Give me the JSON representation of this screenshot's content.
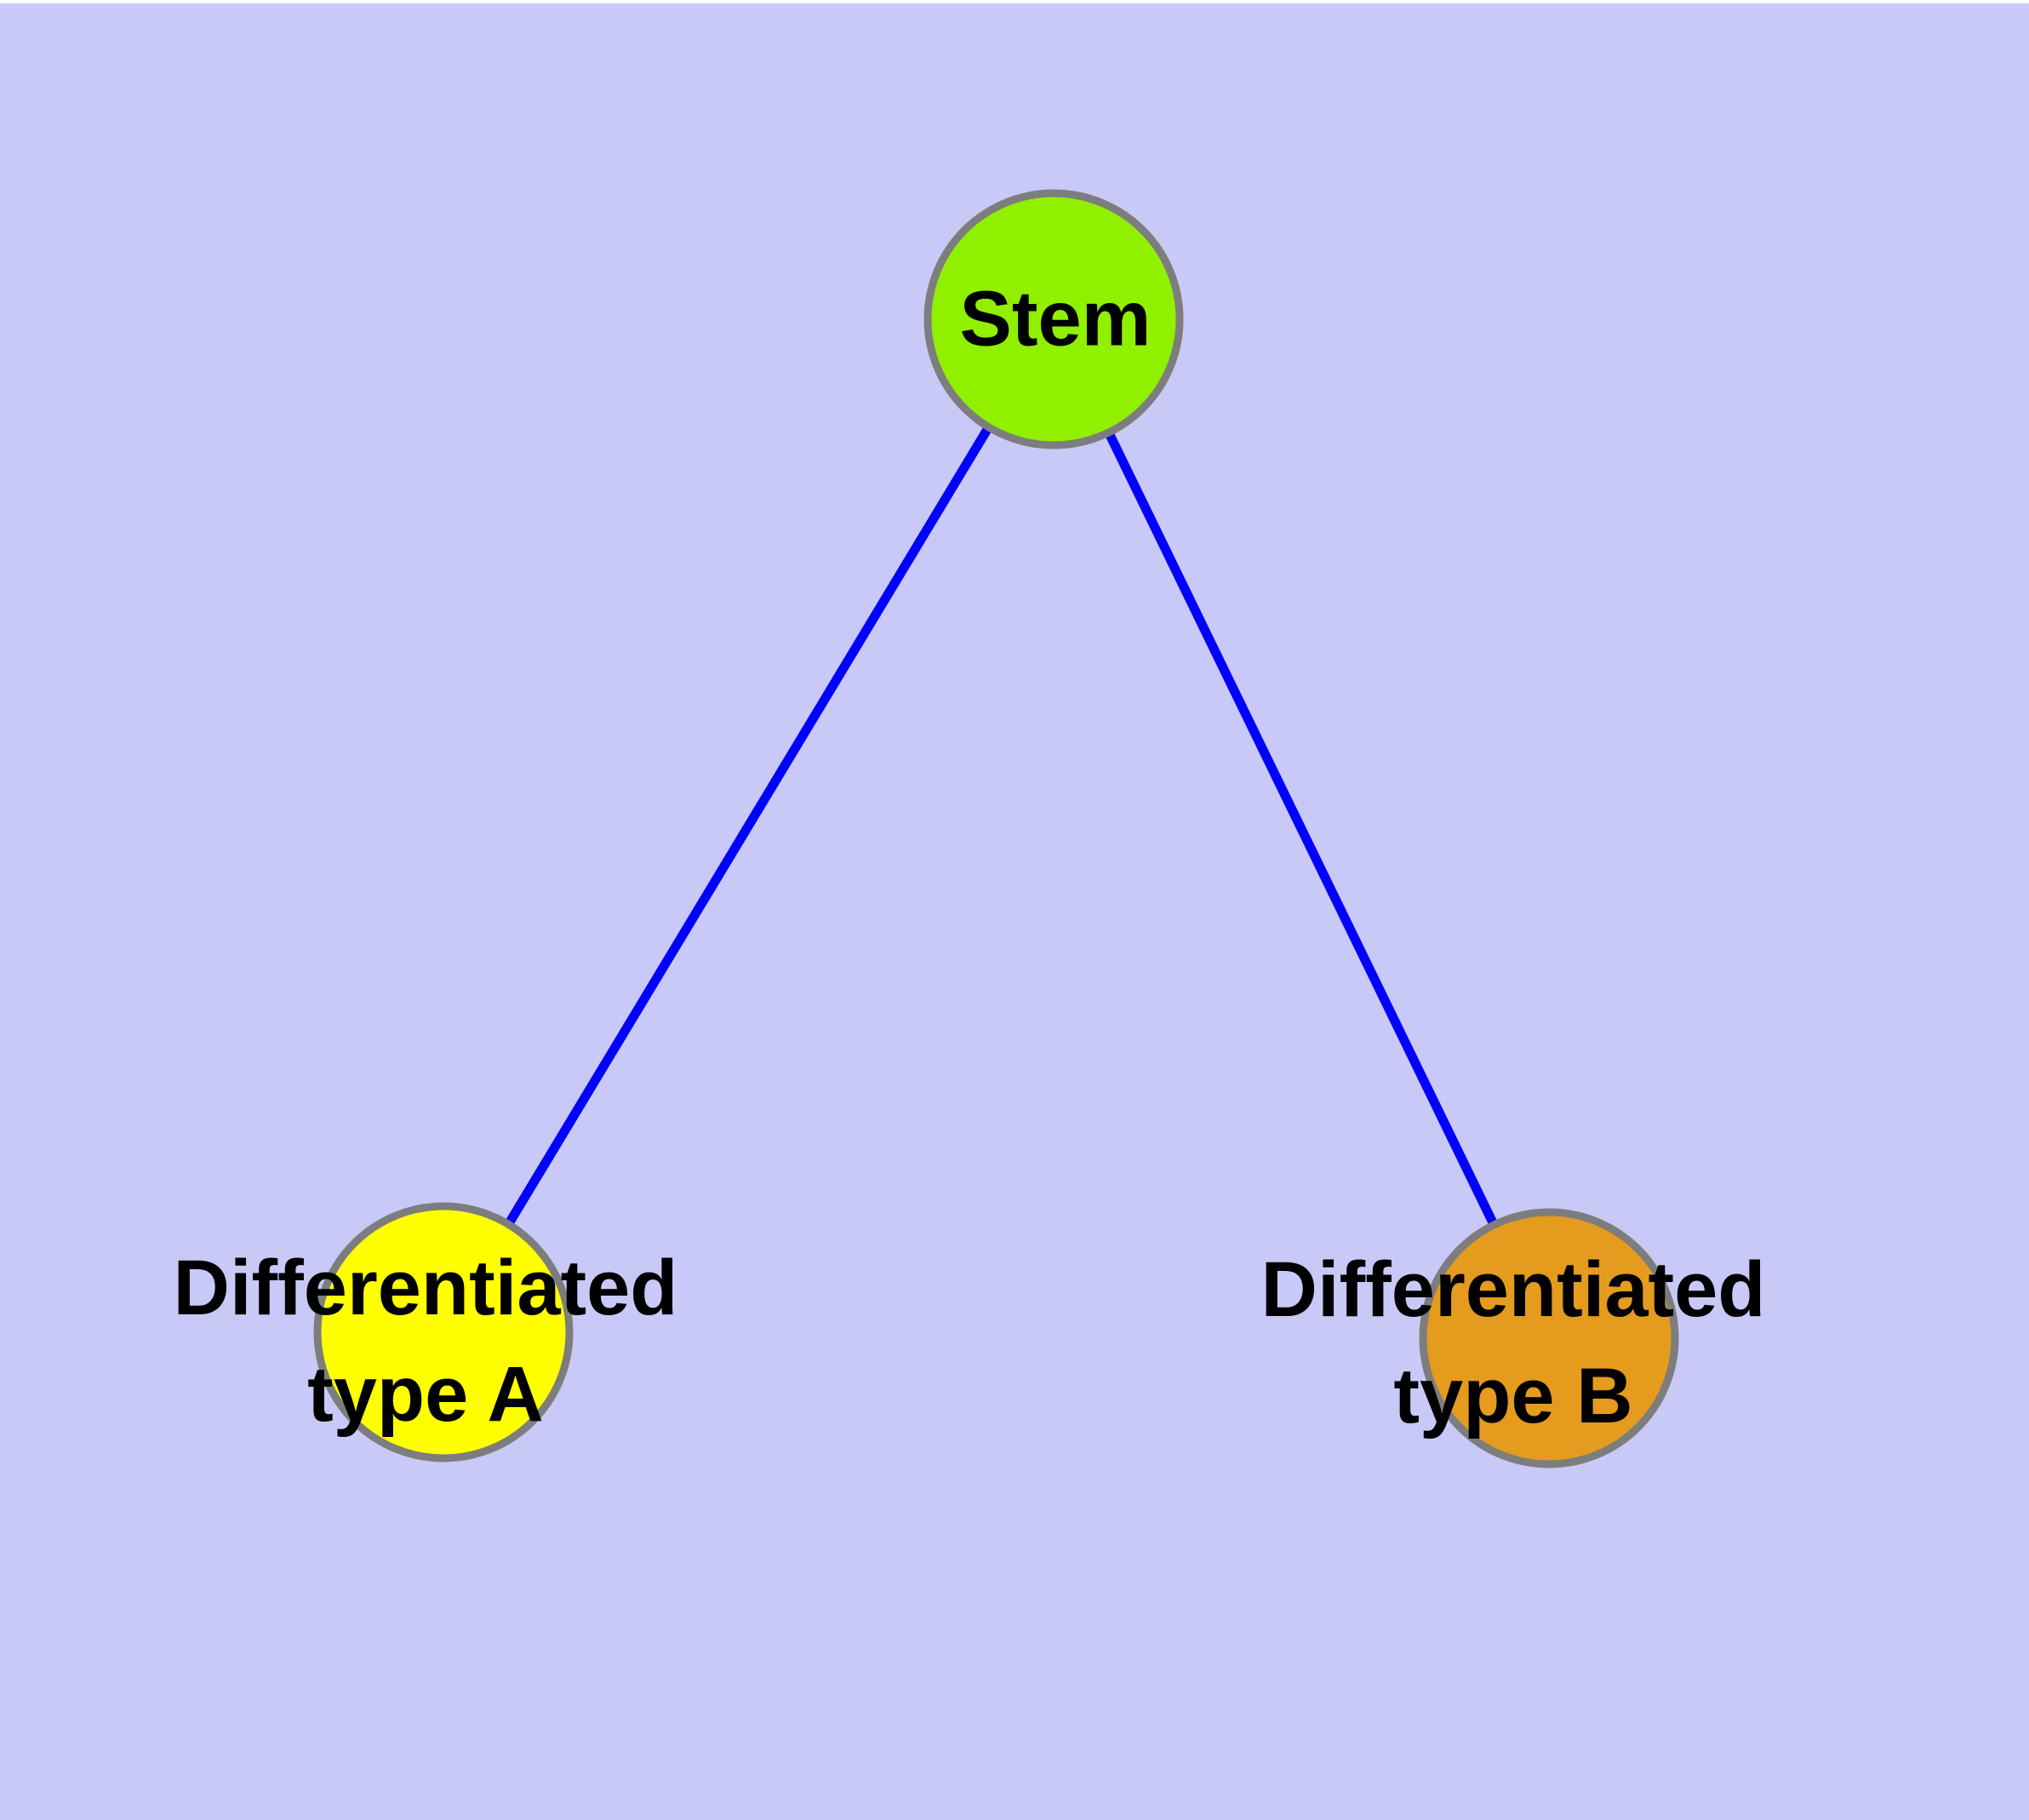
{
  "diagram": {
    "background_color": "#C9C9F8",
    "edge_color": "#0000FF",
    "node_border_color": "#7D7D7D",
    "label_color": "#000000",
    "nodes": [
      {
        "id": "stem",
        "label_lines": [
          "Stem"
        ],
        "fill": "#90F000"
      },
      {
        "id": "diff-a",
        "label_lines": [
          "Differentiated",
          "type A"
        ],
        "fill": "#FFFF00"
      },
      {
        "id": "diff-b",
        "label_lines": [
          "Differentiated",
          "type B"
        ],
        "fill": "#E49B1E"
      }
    ],
    "edges": [
      {
        "from": "stem",
        "to": "diff-a"
      },
      {
        "from": "stem",
        "to": "diff-b"
      }
    ]
  }
}
